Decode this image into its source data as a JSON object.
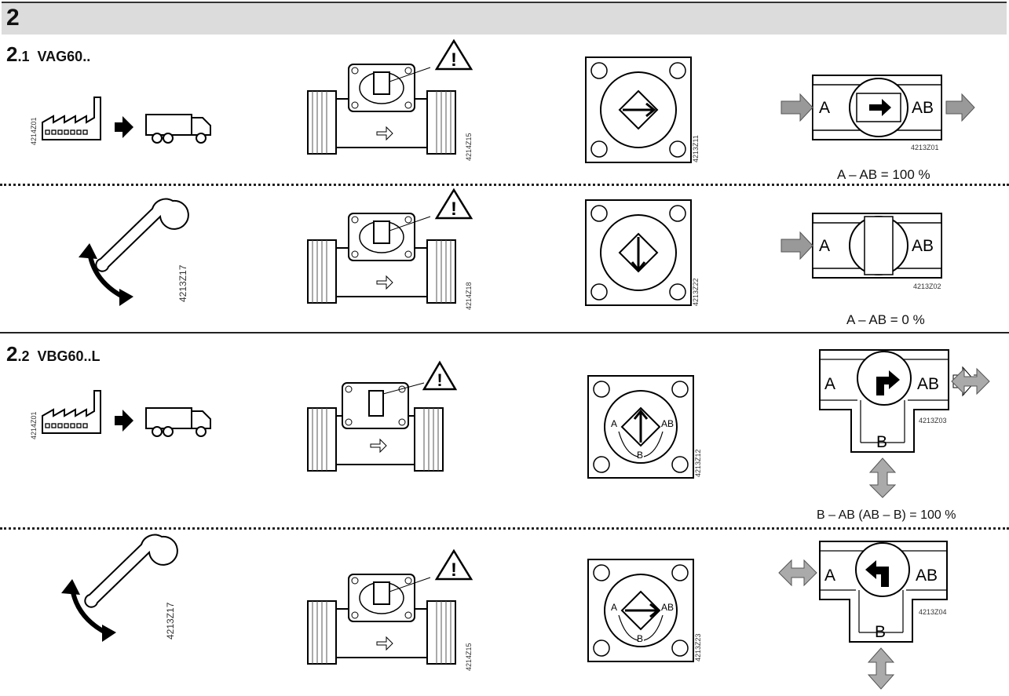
{
  "header": {
    "number": "2"
  },
  "sections": [
    {
      "num": "2",
      "sub": ".1",
      "name": "VAG60.."
    },
    {
      "num": "2",
      "sub": ".2",
      "name": "VBG60..L"
    }
  ],
  "rows": [
    {
      "icon_code": "4214Z01",
      "valve_code": "4214Z15",
      "face_code": "4213Z11",
      "flow_code": "4213Z01",
      "pct": "A – AB = 100 %"
    },
    {
      "icon_code": "4213Z17",
      "valve_code": "4214Z18",
      "face_code": "4213Z22",
      "flow_code": "4213Z02",
      "pct": "A – AB = 0 %"
    },
    {
      "icon_code": "4214Z01",
      "face_code": "4213Z12",
      "flow_code": "4213Z03",
      "pct": "B – AB (AB – B) = 100 %"
    },
    {
      "icon_code": "4213Z17",
      "valve_code": "4214Z15",
      "face_code": "4213Z23",
      "flow_code": "4213Z04"
    }
  ],
  "ports": {
    "a": "A",
    "ab": "AB",
    "b": "B"
  }
}
